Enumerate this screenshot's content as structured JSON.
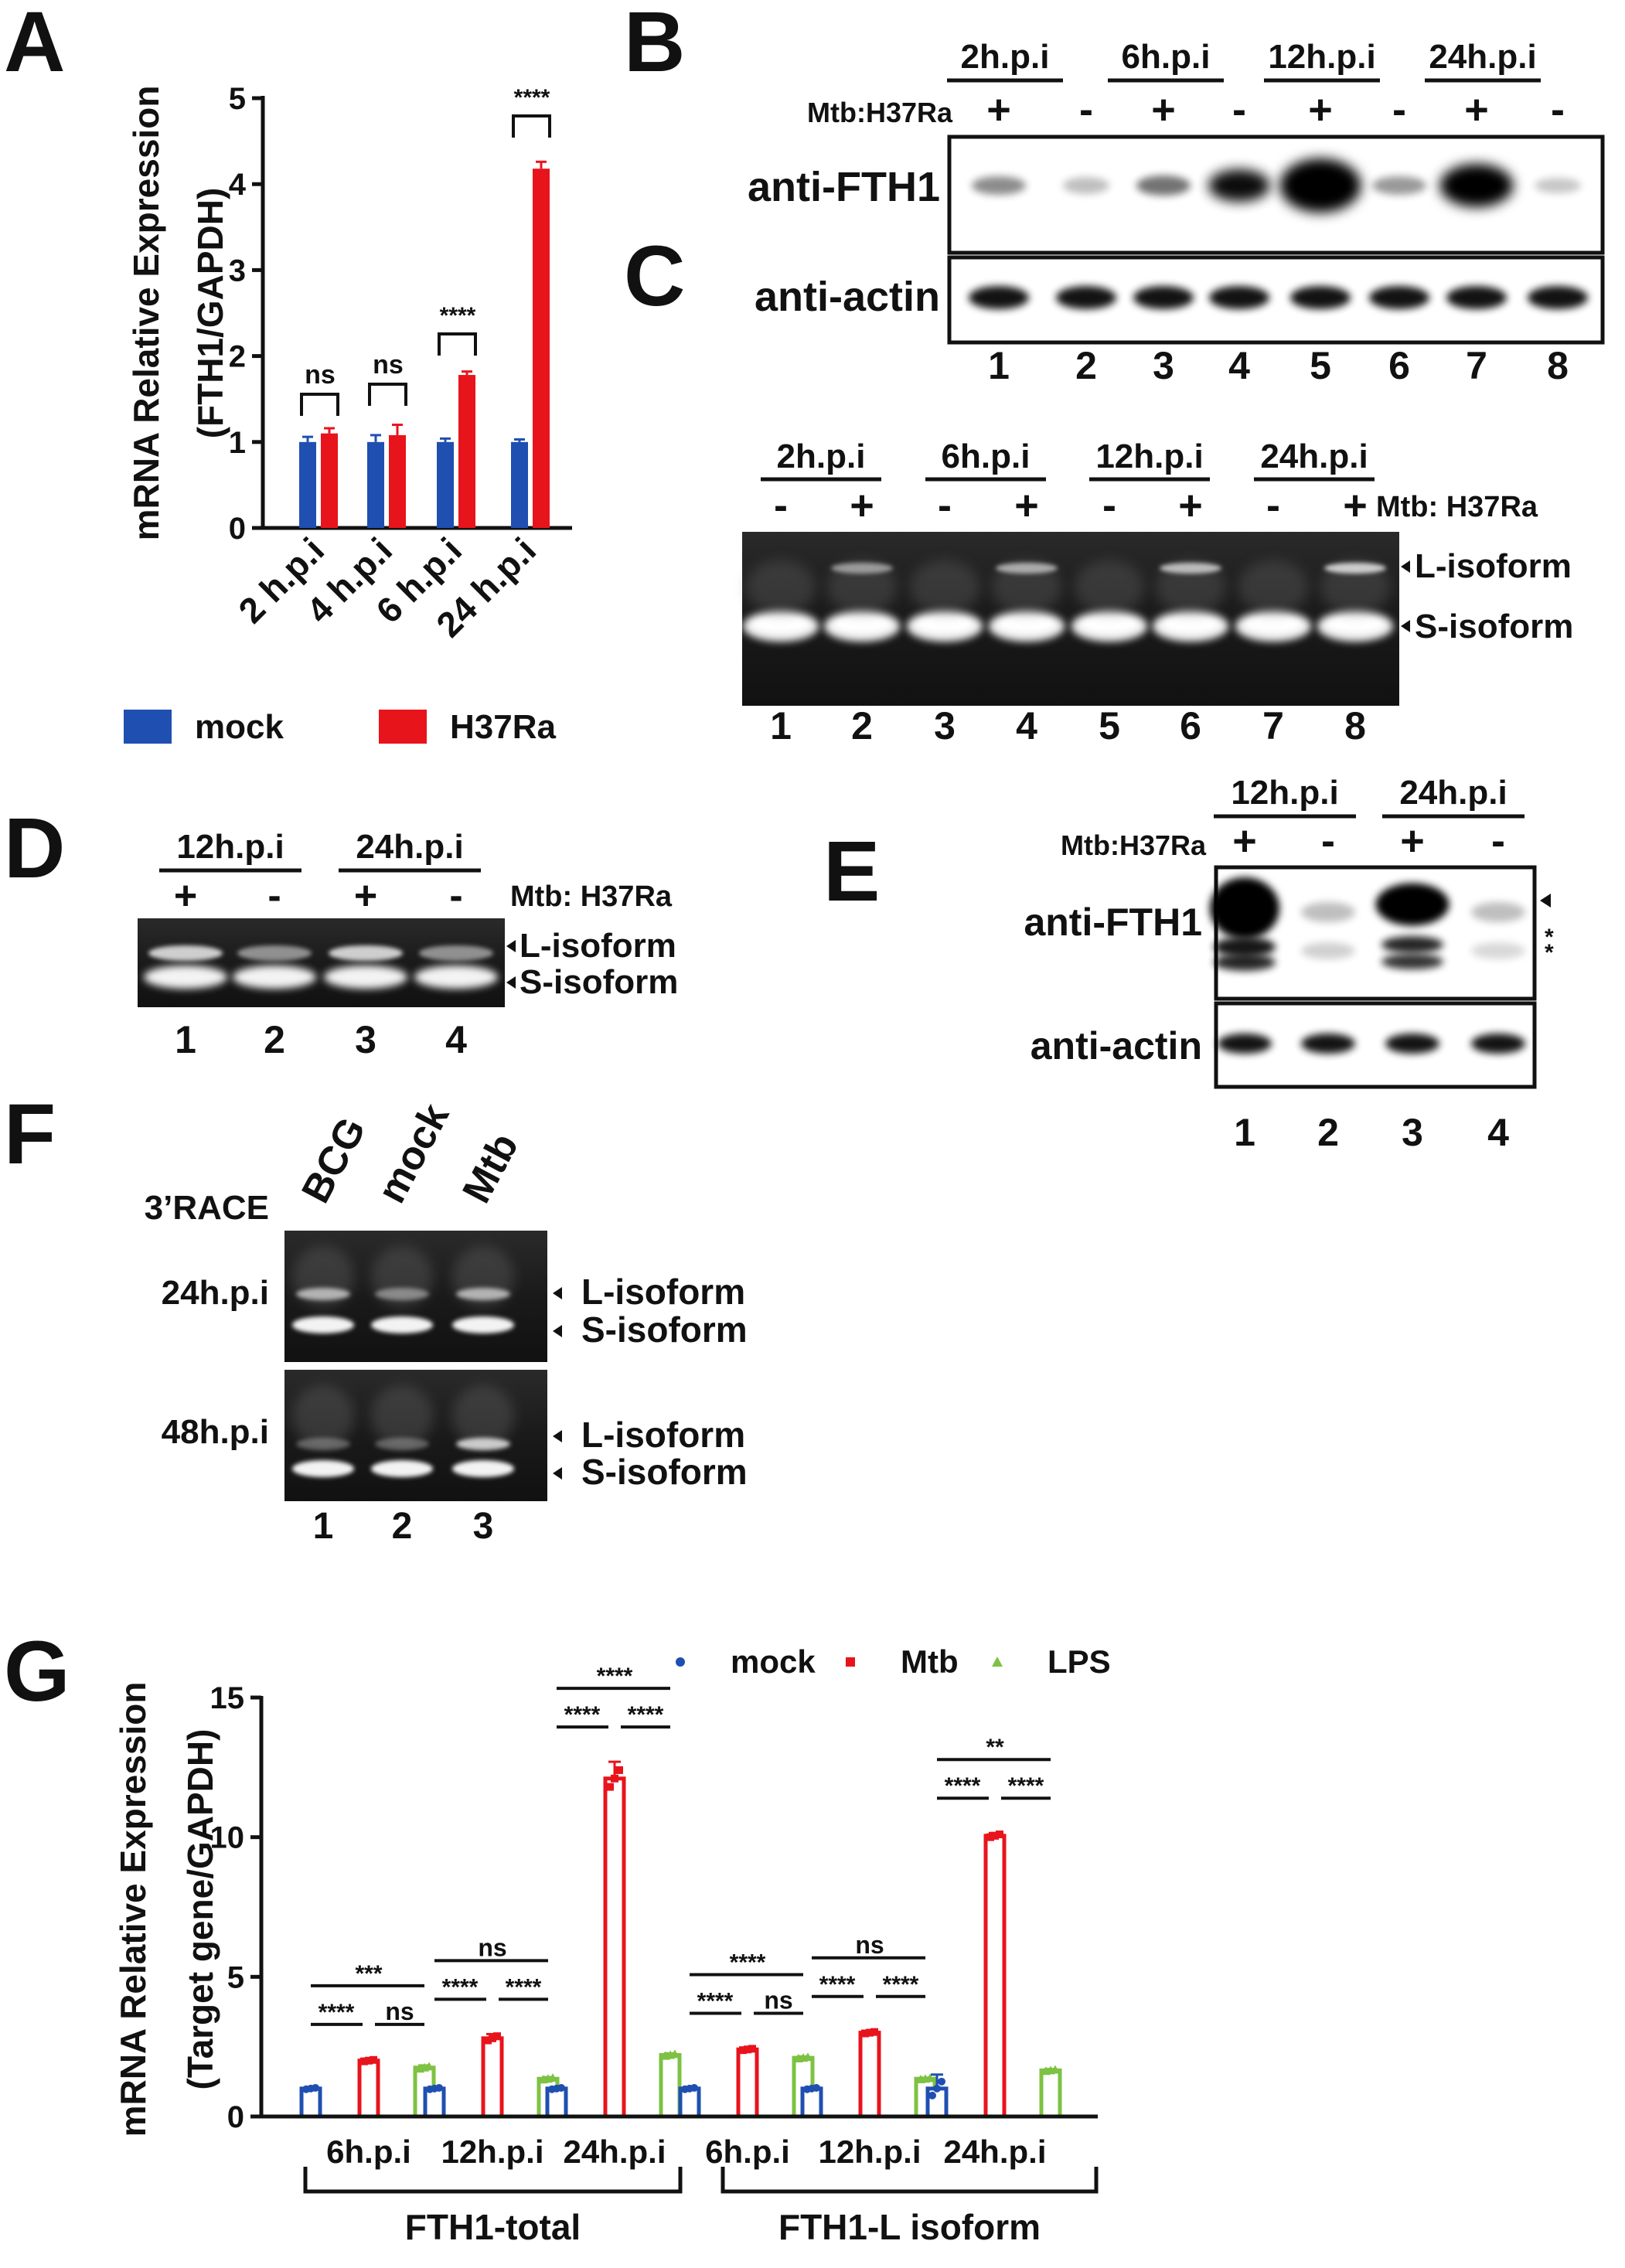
{
  "panel_letters": [
    "A",
    "B",
    "C",
    "D",
    "E",
    "F",
    "G"
  ],
  "panelA": {
    "ylabel_line1": "mRNA Relative Expression",
    "ylabel_line2": "(FTH1/GAPDH)",
    "yticks": [
      "0",
      "1",
      "2",
      "3",
      "4",
      "5"
    ],
    "sig": [
      "ns",
      "ns",
      "****",
      "****"
    ],
    "legend": [
      {
        "name": "mock",
        "color": "#1f4fb0"
      },
      {
        "name": "H37Ra",
        "color": "#e8141c"
      }
    ]
  },
  "panelB": {
    "timepoints": [
      "2h.p.i",
      "6h.p.i",
      "12h.p.i",
      "24h.p.i"
    ],
    "treat_label": "Mtb:H37Ra",
    "signs": [
      "+",
      "-",
      "+",
      "-",
      "+",
      "-",
      "+",
      "-"
    ],
    "blots": [
      "anti-FTH1",
      "anti-actin"
    ],
    "lanes": [
      "1",
      "2",
      "3",
      "4",
      "5",
      "6",
      "7",
      "8"
    ]
  },
  "panelC": {
    "timepoints": [
      "2h.p.i",
      "6h.p.i",
      "12h.p.i",
      "24h.p.i"
    ],
    "treat_label": "Mtb: H37Ra",
    "signs": [
      "-",
      "+",
      "-",
      "+",
      "-",
      "+",
      "-",
      "+"
    ],
    "bands": [
      "L-isoform",
      "S-isoform"
    ],
    "lanes": [
      "1",
      "2",
      "3",
      "4",
      "5",
      "6",
      "7",
      "8"
    ]
  },
  "panelD": {
    "timepoints": [
      "12h.p.i",
      "24h.p.i"
    ],
    "treat_label": "Mtb: H37Ra",
    "signs": [
      "+",
      "-",
      "+",
      "-"
    ],
    "bands": [
      "L-isoform",
      "S-isoform"
    ],
    "lanes": [
      "1",
      "2",
      "3",
      "4"
    ]
  },
  "panelE": {
    "timepoints": [
      "12h.p.i",
      "24h.p.i"
    ],
    "treat_label": "Mtb:H37Ra",
    "signs": [
      "+",
      "-",
      "+",
      "-"
    ],
    "blots": [
      "anti-FTH1",
      "anti-actin"
    ],
    "stars": [
      "*",
      "*"
    ],
    "lanes": [
      "1",
      "2",
      "3",
      "4"
    ]
  },
  "panelF": {
    "title": "3’RACE",
    "samples": [
      "BCG",
      "mock",
      "Mtb"
    ],
    "rows": [
      "24h.p.i",
      "48h.p.i"
    ],
    "bands": [
      "L-isoform",
      "S-isoform"
    ],
    "lanes": [
      "1",
      "2",
      "3"
    ]
  },
  "panelG": {
    "ylabel_line1": "mRNA Relative Expression",
    "ylabel_line2": "(Target gene/GAPDH)",
    "yticks": [
      "0",
      "5",
      "10",
      "15"
    ],
    "legend": [
      {
        "name": "mock",
        "color": "#1f4fb0"
      },
      {
        "name": "Mtb",
        "color": "#e8141c"
      },
      {
        "name": "LPS",
        "color": "#7dc242"
      }
    ],
    "groups": [
      "FTH1-total",
      "FTH1-L isoform"
    ],
    "timepoints": [
      "6h.p.i",
      "12h.p.i",
      "24h.p.i",
      "6h.p.i",
      "12h.p.i",
      "24h.p.i"
    ],
    "sig": [
      {
        "top": "***",
        "left": "****",
        "right": "ns"
      },
      {
        "top": "ns",
        "left": "****",
        "right": "****"
      },
      {
        "top": "****",
        "left": "****",
        "right": "****"
      },
      {
        "top": "****",
        "left": "****",
        "right": "ns"
      },
      {
        "top": "ns",
        "left": "****",
        "right": "****"
      },
      {
        "top": "**",
        "left": "****",
        "right": "****"
      }
    ]
  },
  "chart_data": [
    {
      "type": "bar",
      "categories": [
        "2 h.p.i",
        "4 h.p.i",
        "6 h.p.i",
        "24 h.p.i"
      ],
      "series": [
        {
          "name": "mock",
          "values": [
            1.0,
            1.0,
            1.0,
            1.0
          ],
          "errors": [
            0.06,
            0.08,
            0.04,
            0.03
          ]
        },
        {
          "name": "H37Ra",
          "values": [
            1.1,
            1.08,
            1.78,
            4.18
          ],
          "errors": [
            0.06,
            0.12,
            0.04,
            0.08
          ]
        }
      ],
      "xlabel": "",
      "ylabel": "mRNA Relative Expression (FTH1/GAPDH)",
      "ylim": [
        0,
        5
      ]
    },
    {
      "type": "bar",
      "categories": [
        "6h.p.i",
        "12h.p.i",
        "24h.p.i",
        "6h.p.i",
        "12h.p.i",
        "24h.p.i"
      ],
      "series": [
        {
          "name": "mock",
          "values": [
            1.0,
            1.0,
            1.0,
            1.0,
            1.0,
            1.0
          ],
          "errors": [
            0.05,
            0.05,
            0.05,
            0.05,
            0.05,
            0.5
          ]
        },
        {
          "name": "Mtb",
          "values": [
            2.0,
            2.8,
            12.1,
            2.4,
            3.0,
            10.05
          ],
          "errors": [
            0.05,
            0.15,
            0.6,
            0.05,
            0.05,
            0.1
          ]
        },
        {
          "name": "LPS",
          "values": [
            1.75,
            1.35,
            2.2,
            2.1,
            1.35,
            1.65
          ],
          "errors": [
            0.08,
            0.06,
            0.06,
            0.05,
            0.04,
            0.05
          ]
        }
      ],
      "xlabel": "",
      "ylabel": "mRNA Relative Expression (Target gene/GAPDH)",
      "ylim": [
        0,
        15
      ]
    }
  ]
}
